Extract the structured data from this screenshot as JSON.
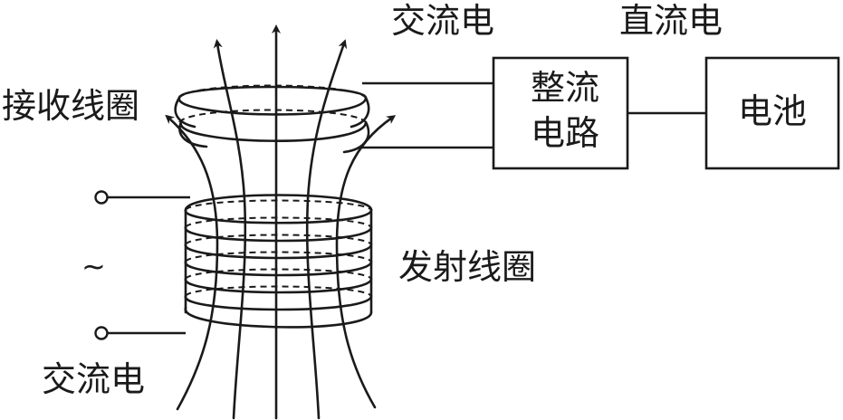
{
  "labels": {
    "receive_coil": "接收线圈",
    "transmit_coil": "发射线圈",
    "ac_top": "交流电",
    "dc_top": "直流电",
    "ac_bottom": "交流电",
    "ac_symbol": "~",
    "rectifier_line1": "整流",
    "rectifier_line2": "电路",
    "battery": "电池"
  }
}
